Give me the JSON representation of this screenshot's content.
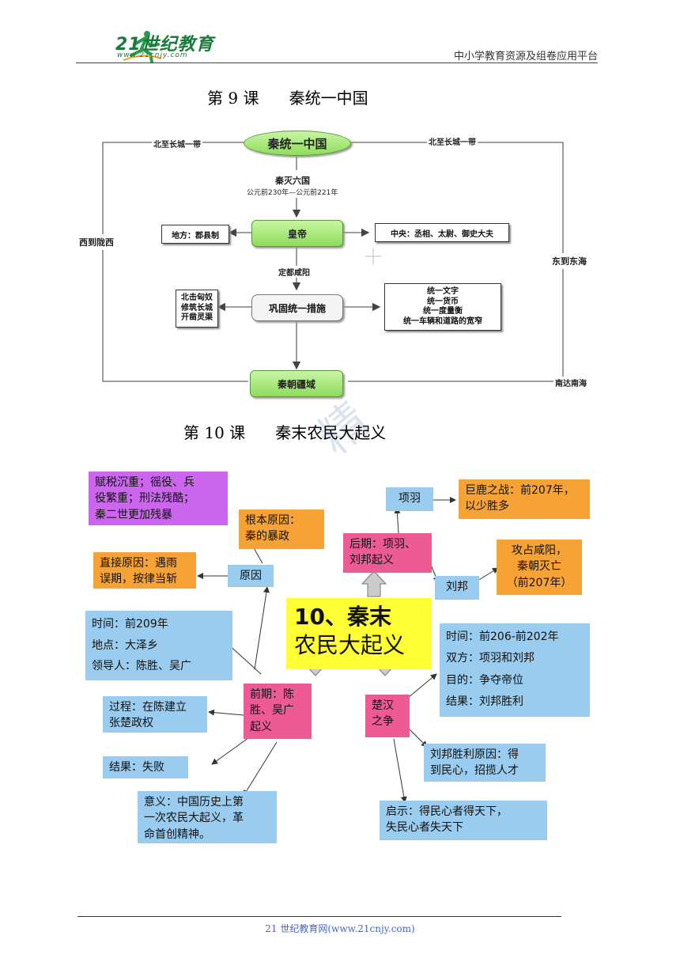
{
  "header": {
    "logo_text": "21世纪教育",
    "logo_sub": "www.21cnjy.com",
    "right_text": "中小学教育资源及组卷应用平台"
  },
  "lesson9": {
    "title": "第 9 课      秦统一中国",
    "nodes": {
      "top": "秦统一中国",
      "emperor": "皇帝",
      "measures": "巩固统一措施",
      "territory": "秦朝疆域",
      "local": "地方：郡县制",
      "central": "中央：丞相、太尉、御史大夫",
      "north": [
        "北击匈奴",
        "修筑长城",
        "开凿灵渠"
      ],
      "unify": [
        "统一文字",
        "统一货币",
        "统一度量衡",
        "统一车辆和道路的宽窄"
      ]
    },
    "labels": {
      "north_left": "北至长城一带",
      "north_right": "北至长城一带",
      "west": "西到陇西",
      "east": "东到东海",
      "south": "南达南海",
      "conquer": "秦灭六国",
      "conquer_years": "公元前230年—公元前221年",
      "capital": "定都咸阳"
    }
  },
  "lesson10": {
    "title": "第 10 课      秦末农民大起义",
    "center": [
      "10、秦末",
      "农民大起义"
    ],
    "purple": [
      "赋税沉重；徭役、兵",
      "役繁重；刑法残酷；",
      "秦二世更加残暴"
    ],
    "root_cause": [
      "根本原因：",
      "秦的暴政"
    ],
    "direct_cause": [
      "直接原因：遇雨",
      "误期，按律当斩"
    ],
    "cause": "原因",
    "early_info": [
      "时间：前209年",
      "地点：大泽乡",
      "领导人：陈胜、吴广"
    ],
    "early": [
      "前期：陈",
      "胜、吴广",
      "起义"
    ],
    "process": [
      "过程：在陈建立",
      "张楚政权"
    ],
    "result": "结果：失败",
    "meaning": [
      "意义：中国历史上第",
      "一次农民大起义，革",
      "命首创精神。"
    ],
    "later": [
      "后期：项羽、",
      "刘邦起义"
    ],
    "xiangyu": "项羽",
    "julu": [
      "巨鹿之战：前207年，",
      "以少胜多"
    ],
    "liubang": "刘邦",
    "xianyang": [
      "攻占咸阳，",
      "秦朝灭亡",
      "（前207年）"
    ],
    "chuhan": [
      "楚汉",
      "之争"
    ],
    "chuhan_info": [
      "时间：前206-前202年",
      "双方：项羽和刘邦",
      "目的：争夺帝位",
      "结果：刘邦胜利"
    ],
    "win_reason": [
      "刘邦胜利原因：得",
      "到民心，招揽人才"
    ],
    "lesson": [
      "启示：得民心者得天下，",
      "失民心者失天下"
    ]
  },
  "footer": {
    "text": "21 世纪教育网(www.21cnjy.com)"
  },
  "colors": {
    "green": "#8fdc5c",
    "blue": "#99ccee",
    "orange": "#f7a234",
    "pink": "#ee5a94",
    "purple": "#cc66ee",
    "yellow": "#ffff33"
  }
}
